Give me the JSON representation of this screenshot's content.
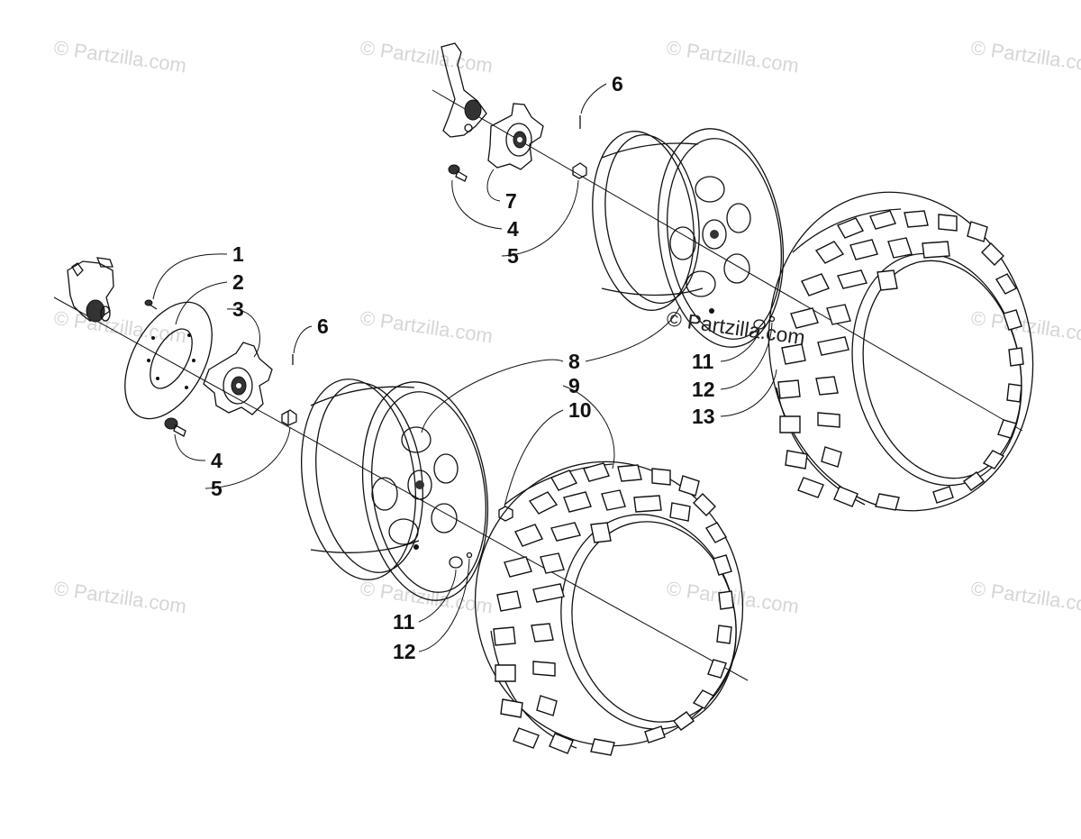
{
  "watermark": {
    "text": "© Partzilla.com"
  },
  "callouts": {
    "c1": "1",
    "c2": "2",
    "c3": "3",
    "c4a": "4",
    "c4b": "4",
    "c5a": "5",
    "c5b": "5",
    "c6a": "6",
    "c6b": "6",
    "c7": "7",
    "c8": "8",
    "c9": "9",
    "c10": "10",
    "c11a": "11",
    "c11b": "11",
    "c12a": "12",
    "c12b": "12",
    "c13": "13"
  }
}
